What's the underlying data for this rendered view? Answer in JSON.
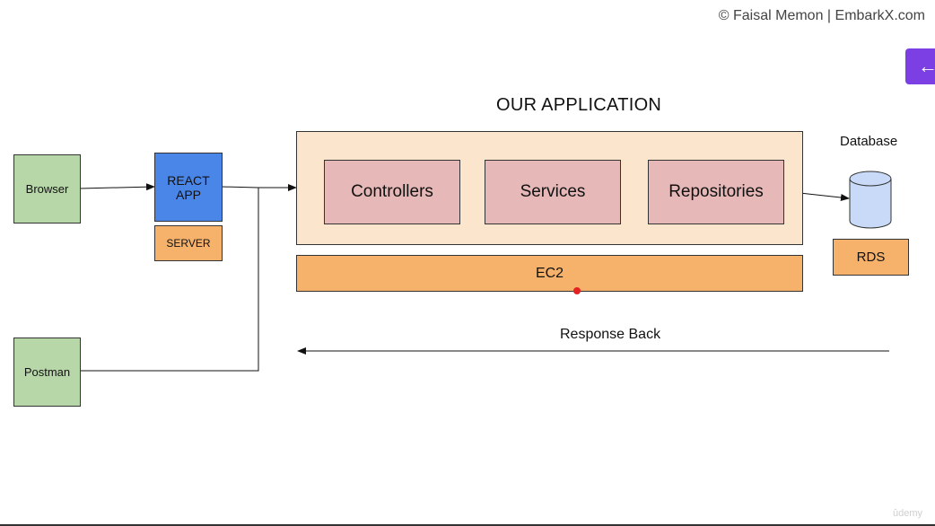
{
  "header": {
    "copyright": "© Faisal Memon | EmbarkX.com"
  },
  "diagram": {
    "title": "OUR APPLICATION",
    "nodes": {
      "browser": "Browser",
      "postman": "Postman",
      "react_app": "REACT\nAPP",
      "server": "SERVER",
      "controllers": "Controllers",
      "services": "Services",
      "repositories": "Repositories",
      "ec2": "EC2",
      "rds": "RDS"
    },
    "database_label": "Database",
    "response_label": "Response Back"
  },
  "footer": {
    "watermark": "ûdemy"
  },
  "colors": {
    "client_box": "#b7d7a8",
    "react_box": "#4a86e8",
    "server_box": "#f6b26b",
    "app_container": "#fce5cd",
    "layer_box": "#e6b8b7",
    "db_cylinder": "#c9daf8",
    "nav_button": "#7b3fe4"
  },
  "icons": {
    "back": "arrow-left-icon",
    "db": "database-cylinder-icon"
  }
}
